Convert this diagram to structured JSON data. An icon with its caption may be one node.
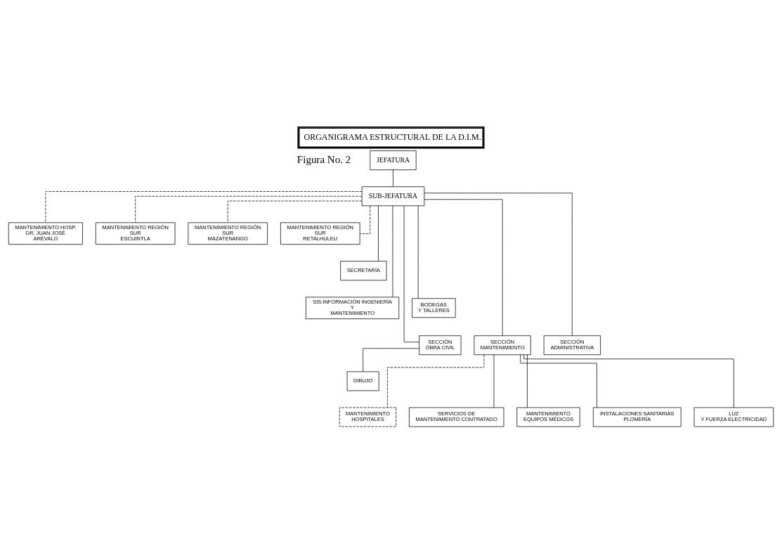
{
  "diagram": {
    "title": "ORGANIGRAMA ESTRUCTURAL DE LA D.I.M.",
    "nodes": [
      {
        "text": [
          "JEFATURA"
        ]
      },
      {
        "text": [
          "SUB-JEFATURA"
        ]
      },
      {
        "text": [
          "MANTENIMIENTO HOSP. DR. JUAN JOSÉ ARÉVALO"
        ]
      },
      {
        "text": [
          "MANTENIMIENTO REGIÓN SUR ESCUINTLA"
        ]
      },
      {
        "text": [
          "MANTENIMIENTO REGIÓN SUR MAZATENANGO"
        ]
      },
      {
        "text": [
          "MANTENIMIENTO REGIÓN SUR RETALHULEU"
        ]
      },
      {
        "text": [
          "SECRETARÍA"
        ]
      },
      {
        "text": [
          "SIS.INFORMACIÓN INGENIERÍA Y MANTENIMIENTO"
        ]
      },
      {
        "text": [
          "BODEGAS Y TALLERES"
        ]
      },
      {
        "text": [
          "SECCIÓN OBRA CIVIL"
        ]
      },
      {
        "text": [
          "SECCIÓN MANTENIMIENTO"
        ]
      },
      {
        "text": [
          "SECCIÓN ADMINISTRATIVA"
        ]
      },
      {
        "text": [
          "DIBUJO"
        ]
      },
      {
        "text": [
          "MANTENIMIENTO HOSPITALES"
        ]
      },
      {
        "text": [
          "SERVICIOS DE MANTENIMIENTO CONTRATADO"
        ]
      },
      {
        "text": [
          "MANTENIMIENTO EQUIPOS MÉDICOS"
        ]
      },
      {
        "text": [
          "INSTALACIONES SANITARIAS PLOMERÍA"
        ]
      },
      {
        "text": [
          "LUZ Y FUERZA ELECTRICIDAD"
        ]
      }
    ],
    "edges": [
      {
        "from": 0,
        "to": 1,
        "arrow": "none"
      },
      {
        "from": 1,
        "to": 2,
        "arrow": "none",
        "style": "dashed"
      },
      {
        "from": 1,
        "to": 3,
        "arrow": "none",
        "style": "dashed"
      },
      {
        "from": 1,
        "to": 4,
        "arrow": "none",
        "style": "dashed"
      },
      {
        "from": 1,
        "to": 5,
        "arrow": "none",
        "style": "dashed"
      },
      {
        "from": 1,
        "to": 6,
        "arrow": "none"
      },
      {
        "from": 1,
        "to": 7,
        "arrow": "none"
      },
      {
        "from": 1,
        "to": 8,
        "arrow": "none"
      },
      {
        "from": 1,
        "to": 9,
        "arrow": "none"
      },
      {
        "from": 1,
        "to": 10,
        "arrow": "none"
      },
      {
        "from": 1,
        "to": 11,
        "arrow": "none"
      },
      {
        "from": 9,
        "to": 12,
        "arrow": "none"
      },
      {
        "from": 10,
        "to": 13,
        "arrow": "none",
        "style": "dashed"
      },
      {
        "from": 10,
        "to": 14,
        "arrow": "none"
      },
      {
        "from": 10,
        "to": 15,
        "arrow": "none"
      },
      {
        "from": 10,
        "to": 16,
        "arrow": "none"
      },
      {
        "from": 10,
        "to": 17,
        "arrow": "none"
      }
    ],
    "labels": [
      "Figura No. 2"
    ]
  }
}
